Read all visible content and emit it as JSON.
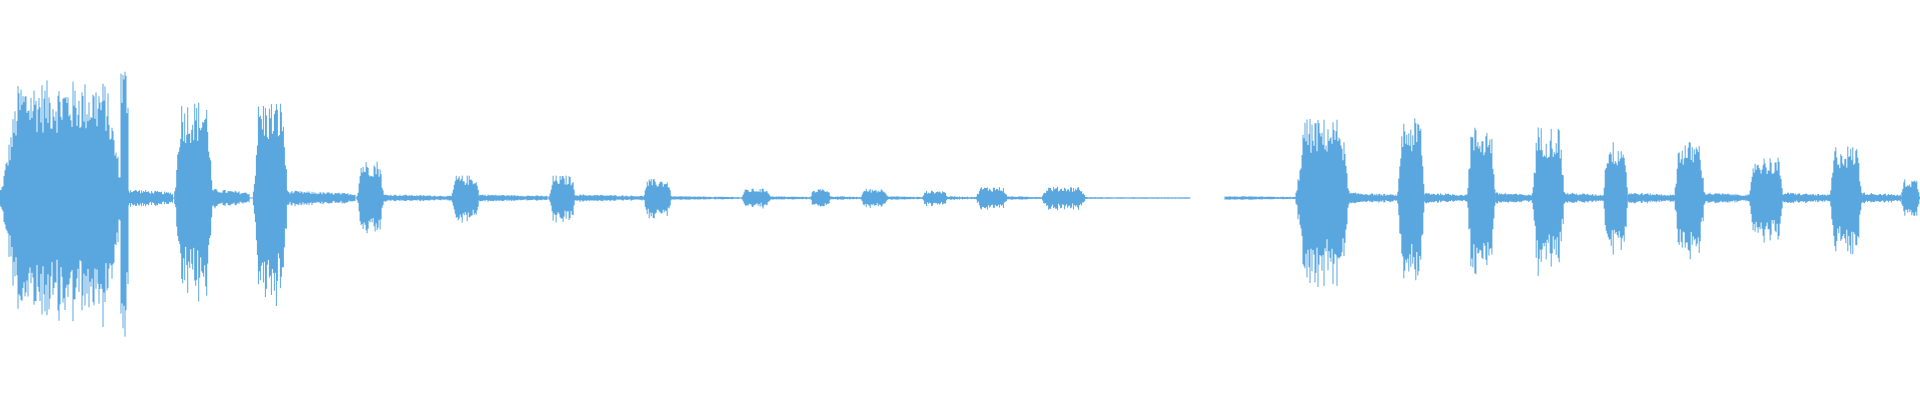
{
  "waveform": {
    "color": "#5aa7e0",
    "baseline_color": "#5aa7e0",
    "amplitude_scale": "normalized",
    "segments": [
      {
        "start": 0.0,
        "end": 0.065,
        "peak": 0.62,
        "shape": "burst"
      },
      {
        "start": 0.063,
        "end": 0.067,
        "peak": 0.72,
        "shape": "spike"
      },
      {
        "start": 0.067,
        "end": 0.09,
        "peak": 0.05,
        "shape": "tail"
      },
      {
        "start": 0.091,
        "end": 0.111,
        "peak": 0.52,
        "shape": "burst"
      },
      {
        "start": 0.111,
        "end": 0.13,
        "peak": 0.05,
        "shape": "tail"
      },
      {
        "start": 0.132,
        "end": 0.15,
        "peak": 0.52,
        "shape": "burst"
      },
      {
        "start": 0.15,
        "end": 0.185,
        "peak": 0.04,
        "shape": "tail"
      },
      {
        "start": 0.186,
        "end": 0.2,
        "peak": 0.2,
        "shape": "burst"
      },
      {
        "start": 0.2,
        "end": 0.235,
        "peak": 0.02,
        "shape": "tail"
      },
      {
        "start": 0.235,
        "end": 0.25,
        "peak": 0.12,
        "shape": "burst"
      },
      {
        "start": 0.25,
        "end": 0.285,
        "peak": 0.02,
        "shape": "tail"
      },
      {
        "start": 0.286,
        "end": 0.3,
        "peak": 0.12,
        "shape": "burst"
      },
      {
        "start": 0.3,
        "end": 0.335,
        "peak": 0.02,
        "shape": "tail"
      },
      {
        "start": 0.335,
        "end": 0.35,
        "peak": 0.1,
        "shape": "burst"
      },
      {
        "start": 0.35,
        "end": 0.385,
        "peak": 0.01,
        "shape": "tail"
      },
      {
        "start": 0.386,
        "end": 0.402,
        "peak": 0.05,
        "shape": "burst"
      },
      {
        "start": 0.402,
        "end": 0.422,
        "peak": 0.01,
        "shape": "tail"
      },
      {
        "start": 0.422,
        "end": 0.433,
        "peak": 0.05,
        "shape": "burst"
      },
      {
        "start": 0.433,
        "end": 0.448,
        "peak": 0.01,
        "shape": "tail"
      },
      {
        "start": 0.448,
        "end": 0.463,
        "peak": 0.05,
        "shape": "burst"
      },
      {
        "start": 0.463,
        "end": 0.48,
        "peak": 0.01,
        "shape": "tail"
      },
      {
        "start": 0.48,
        "end": 0.494,
        "peak": 0.04,
        "shape": "burst"
      },
      {
        "start": 0.494,
        "end": 0.508,
        "peak": 0.01,
        "shape": "tail"
      },
      {
        "start": 0.508,
        "end": 0.525,
        "peak": 0.06,
        "shape": "burst"
      },
      {
        "start": 0.525,
        "end": 0.542,
        "peak": 0.01,
        "shape": "tail"
      },
      {
        "start": 0.542,
        "end": 0.566,
        "peak": 0.06,
        "shape": "burst"
      },
      {
        "start": 0.566,
        "end": 0.62,
        "peak": 0.005,
        "shape": "tail"
      },
      {
        "start": 0.638,
        "end": 0.675,
        "peak": 0.01,
        "shape": "tail"
      },
      {
        "start": 0.675,
        "end": 0.703,
        "peak": 0.42,
        "shape": "burst"
      },
      {
        "start": 0.703,
        "end": 0.728,
        "peak": 0.03,
        "shape": "tail"
      },
      {
        "start": 0.728,
        "end": 0.742,
        "peak": 0.42,
        "shape": "burst"
      },
      {
        "start": 0.742,
        "end": 0.764,
        "peak": 0.03,
        "shape": "tail"
      },
      {
        "start": 0.764,
        "end": 0.779,
        "peak": 0.38,
        "shape": "burst"
      },
      {
        "start": 0.779,
        "end": 0.798,
        "peak": 0.03,
        "shape": "tail"
      },
      {
        "start": 0.798,
        "end": 0.815,
        "peak": 0.38,
        "shape": "burst"
      },
      {
        "start": 0.815,
        "end": 0.835,
        "peak": 0.03,
        "shape": "tail"
      },
      {
        "start": 0.835,
        "end": 0.848,
        "peak": 0.3,
        "shape": "burst"
      },
      {
        "start": 0.848,
        "end": 0.872,
        "peak": 0.03,
        "shape": "tail"
      },
      {
        "start": 0.872,
        "end": 0.888,
        "peak": 0.3,
        "shape": "burst"
      },
      {
        "start": 0.888,
        "end": 0.911,
        "peak": 0.03,
        "shape": "tail"
      },
      {
        "start": 0.911,
        "end": 0.929,
        "peak": 0.22,
        "shape": "burst"
      },
      {
        "start": 0.929,
        "end": 0.953,
        "peak": 0.03,
        "shape": "tail"
      },
      {
        "start": 0.953,
        "end": 0.97,
        "peak": 0.28,
        "shape": "burst"
      },
      {
        "start": 0.97,
        "end": 0.99,
        "peak": 0.03,
        "shape": "tail"
      },
      {
        "start": 0.99,
        "end": 1.0,
        "peak": 0.1,
        "shape": "burst"
      }
    ]
  }
}
